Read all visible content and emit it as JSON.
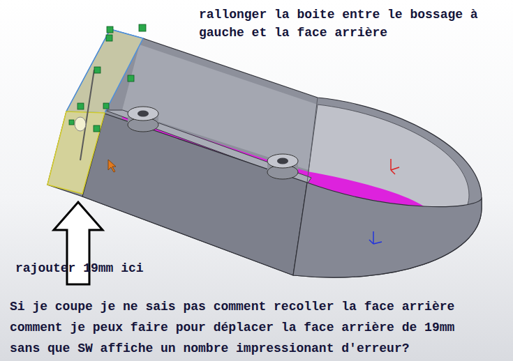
{
  "diagram": {
    "labels": [
      "rallonger la boite entre le bossage à gauche et la face arrière",
      "rajouter 19mm ici",
      "Si je coupe je ne sais pas comment recoller la face arrière comment je peux faire pour déplacer la face arrière de 19mm sans que SW affiche un nombre impressionant d'erreur?"
    ]
  }
}
